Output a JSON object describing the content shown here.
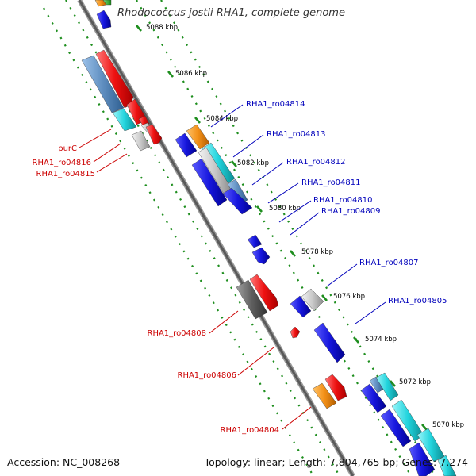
{
  "title": "Rhodococcus jostii RHA1, complete genome",
  "footer": {
    "accession": "Accession: NC_008268",
    "summary": "Topology: linear; Length: 7,804,765 bp; Genes: 7,274"
  },
  "colors": {
    "red": "#ee1111",
    "blue": "#1616dd",
    "cyan": "#22d4dd",
    "orange": "#f39017",
    "gray": "#c8c8c8",
    "dark_gray": "#5e5e5e",
    "steel_blue": "#5f8ec0",
    "green": "#22a122",
    "label_red": "#cc0000",
    "label_blue": "#0000bb"
  },
  "ticks": [
    {
      "label": "5088 kbp"
    },
    {
      "label": "5086 kbp"
    },
    {
      "label": "5084 kbp"
    },
    {
      "label": "5082 kbp"
    },
    {
      "label": "5080 kbp"
    },
    {
      "label": "5078 kbp"
    },
    {
      "label": "5076 kbp"
    },
    {
      "label": "5074 kbp"
    },
    {
      "label": "5072 kbp"
    },
    {
      "label": "5070 kbp"
    }
  ],
  "gene_labels": {
    "purC": "purC",
    "ro04816": "RHA1_ro04816",
    "ro04815": "RHA1_ro04815",
    "ro04814": "RHA1_ro04814",
    "ro04813": "RHA1_ro04813",
    "ro04812": "RHA1_ro04812",
    "ro04811": "RHA1_ro04811",
    "ro04810": "RHA1_ro04810",
    "ro04809": "RHA1_ro04809",
    "ro04807": "RHA1_ro04807",
    "ro04805": "RHA1_ro04805",
    "ro04808": "RHA1_ro04808",
    "ro04806": "RHA1_ro04806",
    "ro04804": "RHA1_ro04804"
  }
}
